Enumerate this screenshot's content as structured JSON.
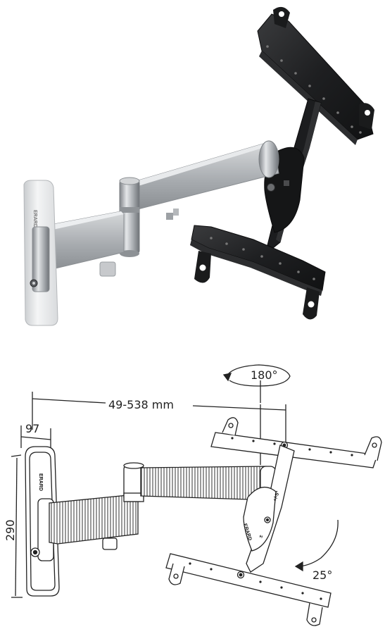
{
  "product_photo": {
    "brand_mark": "ERARD"
  },
  "line_drawing": {
    "brand_mark": "ERARD",
    "arm_mark": "ERARD",
    "dimensions": {
      "extension": "49-538 mm",
      "width": "97",
      "height": "290",
      "rotation": "180°",
      "tilt": "25°"
    },
    "bracket_marks": [
      "+/-5°",
      "±"
    ]
  }
}
